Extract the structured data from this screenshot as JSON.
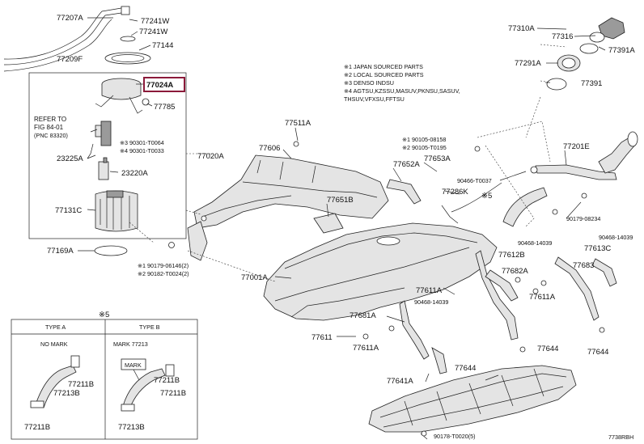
{
  "highlight_part": "77024A",
  "notes": [
    "※1 JAPAN SOURCED PARTS",
    "※2 LOCAL SOURCED PARTS",
    "※3 DENSO INDSU",
    "※4 AGTSU,KZSSU,MASUV,PKNSU,SASUV,",
    "THSUV,VFXSU,FFTSU"
  ],
  "refer": [
    "REFER TO",
    "FIG 84-01",
    "(PNC 83320)"
  ],
  "labels": {
    "l77207A": "77207A",
    "l77241W_a": "77241W",
    "l77241W_b": "77241W",
    "l77144": "77144",
    "l77209F": "77209F",
    "l77785": "77785",
    "l90301a": "※3 90301-T0064",
    "l90301b": "※4 90301-T0033",
    "l23225A": "23225A",
    "l23220A": "23220A",
    "l77020A": "77020A",
    "l77131C": "77131C",
    "l77169A": "77169A",
    "l90179": "※1 90179-06146(2)",
    "l90182": "※2 90182-T0024(2)",
    "l77511A": "77511A",
    "l77606": "77606",
    "l77652A": "77652A",
    "l77651B": "77651B",
    "l90105a": "※1 90105-08158",
    "l90105b": "※2 90105-T0195",
    "l77653A": "77653A",
    "l90466": "90466-T0037",
    "l77286K": "77286K",
    "l77201E": "77201E",
    "l90179b": "90179-08234",
    "l77310A": "77310A",
    "l77316": "77316",
    "l77391A": "77391A",
    "l77291A": "77291A",
    "l77391": "77391",
    "l77001A": "77001A",
    "l77612B": "77612B",
    "l77682A": "77682A",
    "l90468a": "90468-14039",
    "l90468b": "90468-14039",
    "l90468c": "90468-14039",
    "l77613C": "77613C",
    "l77683": "77683",
    "l77611A_a": "77611A",
    "l77611A_b": "77611A",
    "l77611A_c": "77611A",
    "l77681A": "77681A",
    "l77611": "77611",
    "l77644_a": "77644",
    "l77644_b": "77644",
    "l77644_c": "77644",
    "l77641A": "77641A",
    "l90178": "90178-T0020(5)",
    "l5a": "※5",
    "l5b": "※5",
    "typeA": "TYPE A",
    "typeB": "TYPE B",
    "noMark": "NO MARK",
    "mark": "MARK 77213",
    "markTag": "MARK",
    "l77211B_a": "77211B",
    "l77213B_a": "77213B",
    "l77211B_b": "77211B",
    "l77211B_c": "77211B",
    "l77213B_b": "77213B",
    "l77211B_d": "77211B",
    "fig": "7738RBH"
  }
}
